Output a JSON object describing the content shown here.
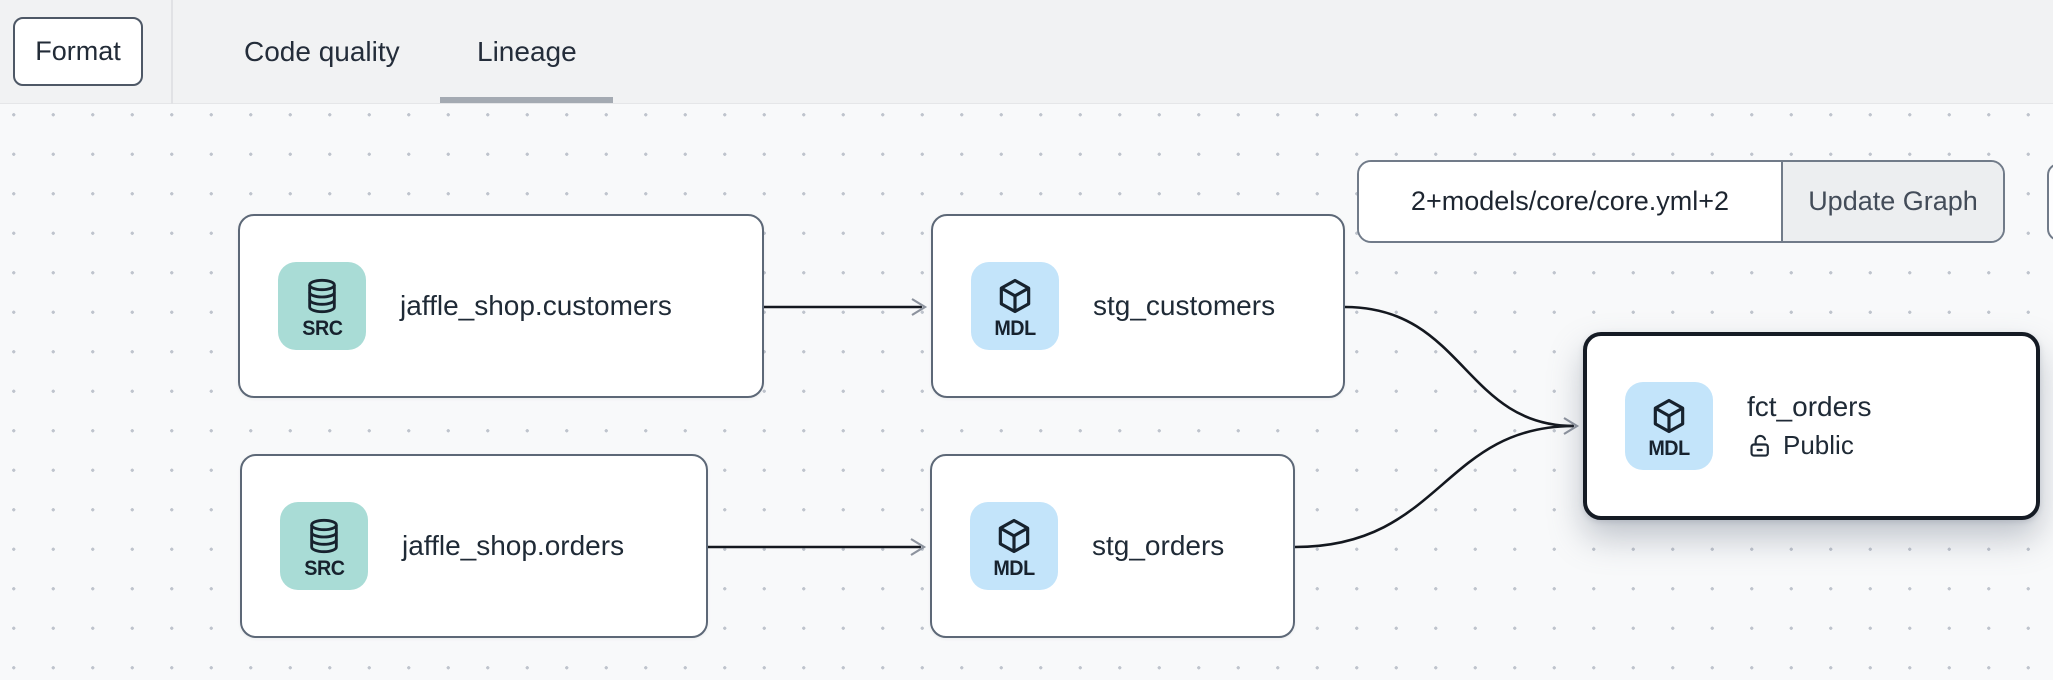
{
  "toolbar": {
    "format_button": "Format",
    "tabs": [
      {
        "label": "Code quality",
        "active": false
      },
      {
        "label": "Lineage",
        "active": true
      }
    ]
  },
  "lineage_controls": {
    "selector_input_value": "2+models/core/core.yml+2",
    "update_graph_button": "Update Graph"
  },
  "graph": {
    "nodes": [
      {
        "label": "jaffle_shop.customers",
        "badge": "SRC",
        "icon": "database-icon",
        "selected": false
      },
      {
        "label": "stg_customers",
        "badge": "MDL",
        "icon": "cube-icon",
        "selected": false
      },
      {
        "label": "jaffle_shop.orders",
        "badge": "SRC",
        "icon": "database-icon",
        "selected": false
      },
      {
        "label": "stg_orders",
        "badge": "MDL",
        "icon": "cube-icon",
        "selected": false
      },
      {
        "label": "fct_orders",
        "badge": "MDL",
        "icon": "cube-icon",
        "access_label": "Public",
        "access_icon": "unlock-icon",
        "selected": true
      }
    ],
    "edges": [
      {
        "from": "jaffle_shop.customers",
        "to": "stg_customers"
      },
      {
        "from": "jaffle_shop.orders",
        "to": "stg_orders"
      },
      {
        "from": "stg_customers",
        "to": "fct_orders"
      },
      {
        "from": "stg_orders",
        "to": "fct_orders"
      }
    ]
  },
  "colors": {
    "topbar_bg": "#f1f2f3",
    "canvas_bg": "#f8f9fa",
    "dot_grid": "#bfc4cd",
    "node_border": "#5d6877",
    "selected_node_border": "#151b24",
    "source_icon_bg": "#a9dcd6",
    "model_icon_bg": "#c3e4fa",
    "edge_line": "#14181f",
    "arrowhead": "#8d939e",
    "text": "#1f2a36",
    "tab_underline": "#a4aab2",
    "update_button_bg": "#eceef0"
  }
}
